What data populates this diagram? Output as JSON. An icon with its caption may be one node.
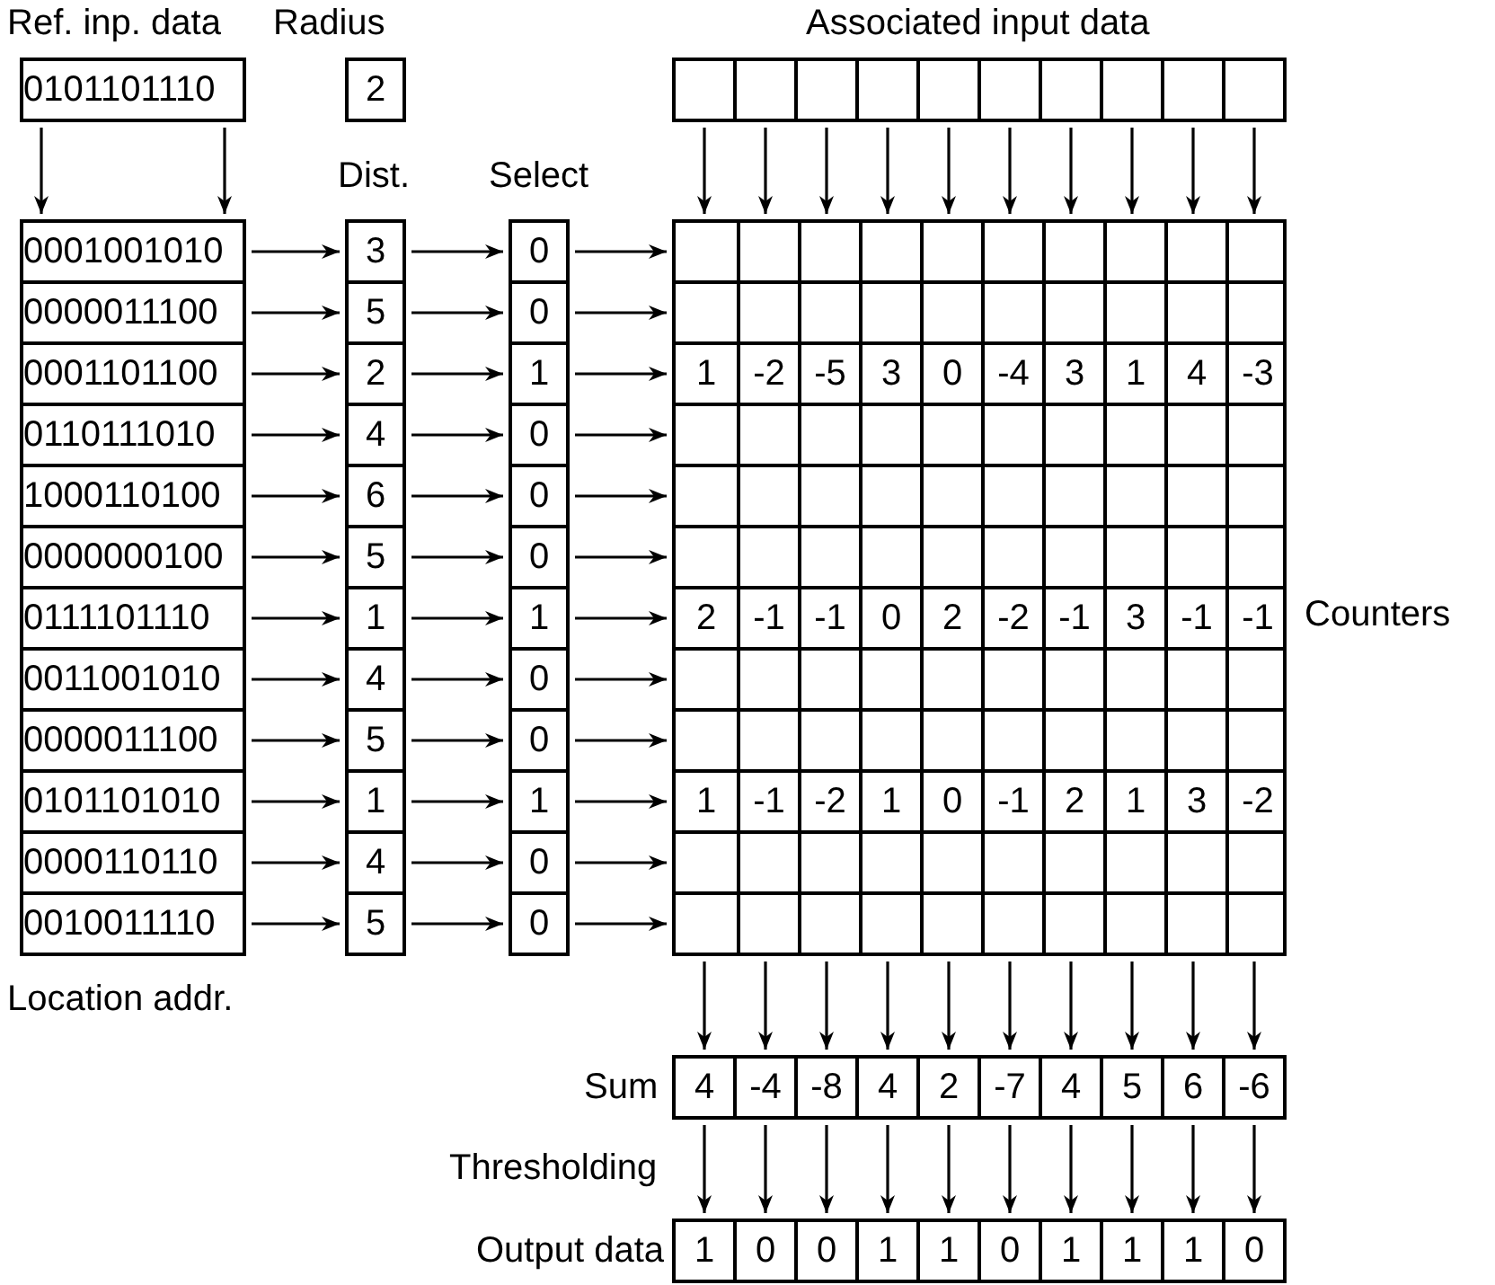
{
  "diagram": {
    "nodes": [
      {
        "text": [
          "0101101110"
        ]
      },
      {
        "text": [
          "2"
        ]
      },
      {
        "text": [],
        "shape": "box"
      },
      {
        "text": [],
        "shape": "box"
      },
      {
        "text": [],
        "shape": "box"
      },
      {
        "text": [],
        "shape": "box"
      },
      {
        "text": [],
        "shape": "box"
      },
      {
        "text": [],
        "shape": "box"
      },
      {
        "text": [],
        "shape": "box"
      },
      {
        "text": [],
        "shape": "box"
      },
      {
        "text": [],
        "shape": "box"
      },
      {
        "text": [],
        "shape": "box"
      },
      {
        "text": [
          "0001001010"
        ]
      },
      {
        "text": [
          "0000011100"
        ]
      },
      {
        "text": [
          "0001101100"
        ]
      },
      {
        "text": [
          "0110111010"
        ]
      },
      {
        "text": [
          "1000110100"
        ]
      },
      {
        "text": [
          "0000000100"
        ]
      },
      {
        "text": [
          "0111101110"
        ]
      },
      {
        "text": [
          "0011001010"
        ]
      },
      {
        "text": [
          "0000011100"
        ]
      },
      {
        "text": [
          "0101101010"
        ]
      },
      {
        "text": [
          "0000110110"
        ]
      },
      {
        "text": [
          "0010011110"
        ]
      },
      {
        "text": [
          "3"
        ]
      },
      {
        "text": [
          "5"
        ]
      },
      {
        "text": [
          "2"
        ]
      },
      {
        "text": [
          "4"
        ]
      },
      {
        "text": [
          "6"
        ]
      },
      {
        "text": [
          "5"
        ]
      },
      {
        "text": [
          "1"
        ]
      },
      {
        "text": [
          "4"
        ]
      },
      {
        "text": [
          "5"
        ]
      },
      {
        "text": [
          "1"
        ]
      },
      {
        "text": [
          "4"
        ]
      },
      {
        "text": [
          "5"
        ]
      },
      {
        "text": [
          "0"
        ]
      },
      {
        "text": [
          "0"
        ]
      },
      {
        "text": [
          "1"
        ]
      },
      {
        "text": [
          "0"
        ]
      },
      {
        "text": [
          "0"
        ]
      },
      {
        "text": [
          "0"
        ]
      },
      {
        "text": [
          "1"
        ]
      },
      {
        "text": [
          "0"
        ]
      },
      {
        "text": [
          "0"
        ]
      },
      {
        "text": [
          "1"
        ]
      },
      {
        "text": [
          "0"
        ]
      },
      {
        "text": [
          "0"
        ]
      },
      {
        "text": [],
        "shape": "box"
      },
      {
        "text": [],
        "shape": "box"
      },
      {
        "text": [
          "1",
          "-2",
          "-5",
          "3",
          "0",
          "-4",
          "3",
          "1",
          "4",
          "-3"
        ]
      },
      {
        "text": [],
        "shape": "box"
      },
      {
        "text": [],
        "shape": "box"
      },
      {
        "text": [],
        "shape": "box"
      },
      {
        "text": [
          "2",
          "-1",
          "-1",
          "0",
          "2",
          "-2",
          "-1",
          "3",
          "-1",
          "-1"
        ]
      },
      {
        "text": [],
        "shape": "box"
      },
      {
        "text": [],
        "shape": "box"
      },
      {
        "text": [
          "1",
          "-1",
          "-2",
          "1",
          "0",
          "-1",
          "2",
          "1",
          "3",
          "-2"
        ]
      },
      {
        "text": [],
        "shape": "box"
      },
      {
        "text": [],
        "shape": "box"
      },
      {
        "text": [
          "4"
        ]
      },
      {
        "text": [
          "-4"
        ]
      },
      {
        "text": [
          "-8"
        ]
      },
      {
        "text": [
          "4"
        ]
      },
      {
        "text": [
          "2"
        ]
      },
      {
        "text": [
          "-7"
        ]
      },
      {
        "text": [
          "4"
        ]
      },
      {
        "text": [
          "5"
        ]
      },
      {
        "text": [
          "6"
        ]
      },
      {
        "text": [
          "-6"
        ]
      },
      {
        "text": [
          "1"
        ]
      },
      {
        "text": [
          "0"
        ]
      },
      {
        "text": [
          "0"
        ]
      },
      {
        "text": [
          "1"
        ]
      },
      {
        "text": [
          "1"
        ]
      },
      {
        "text": [
          "0"
        ]
      },
      {
        "text": [
          "1"
        ]
      },
      {
        "text": [
          "1"
        ]
      },
      {
        "text": [
          "1"
        ]
      },
      {
        "text": [
          "0"
        ]
      }
    ],
    "edges": [
      {
        "from": 0,
        "to": 12,
        "arrow": "to"
      },
      {
        "from": 0,
        "to": 12,
        "arrow": "to"
      },
      {
        "from": 2,
        "to": 48,
        "arrow": "to"
      },
      {
        "from": 3,
        "to": 48,
        "arrow": "to"
      },
      {
        "from": 4,
        "to": 48,
        "arrow": "to"
      },
      {
        "from": 5,
        "to": 48,
        "arrow": "to"
      },
      {
        "from": 6,
        "to": 48,
        "arrow": "to"
      },
      {
        "from": 7,
        "to": 48,
        "arrow": "to"
      },
      {
        "from": 8,
        "to": 48,
        "arrow": "to"
      },
      {
        "from": 9,
        "to": 48,
        "arrow": "to"
      },
      {
        "from": 10,
        "to": 48,
        "arrow": "to"
      },
      {
        "from": 11,
        "to": 48,
        "arrow": "to"
      },
      {
        "from": 12,
        "to": 24,
        "arrow": "to"
      },
      {
        "from": 24,
        "to": 36,
        "arrow": "to"
      },
      {
        "from": 36,
        "to": 48,
        "arrow": "to"
      },
      {
        "from": 13,
        "to": 25,
        "arrow": "to"
      },
      {
        "from": 25,
        "to": 37,
        "arrow": "to"
      },
      {
        "from": 37,
        "to": 49,
        "arrow": "to"
      },
      {
        "from": 14,
        "to": 26,
        "arrow": "to"
      },
      {
        "from": 26,
        "to": 38,
        "arrow": "to"
      },
      {
        "from": 38,
        "to": 50,
        "arrow": "to"
      },
      {
        "from": 15,
        "to": 27,
        "arrow": "to"
      },
      {
        "from": 27,
        "to": 39,
        "arrow": "to"
      },
      {
        "from": 39,
        "to": 51,
        "arrow": "to"
      },
      {
        "from": 16,
        "to": 28,
        "arrow": "to"
      },
      {
        "from": 28,
        "to": 40,
        "arrow": "to"
      },
      {
        "from": 40,
        "to": 52,
        "arrow": "to"
      },
      {
        "from": 17,
        "to": 29,
        "arrow": "to"
      },
      {
        "from": 29,
        "to": 41,
        "arrow": "to"
      },
      {
        "from": 41,
        "to": 53,
        "arrow": "to"
      },
      {
        "from": 18,
        "to": 30,
        "arrow": "to"
      },
      {
        "from": 30,
        "to": 42,
        "arrow": "to"
      },
      {
        "from": 42,
        "to": 54,
        "arrow": "to"
      },
      {
        "from": 19,
        "to": 31,
        "arrow": "to"
      },
      {
        "from": 31,
        "to": 43,
        "arrow": "to"
      },
      {
        "from": 43,
        "to": 55,
        "arrow": "to"
      },
      {
        "from": 20,
        "to": 32,
        "arrow": "to"
      },
      {
        "from": 32,
        "to": 44,
        "arrow": "to"
      },
      {
        "from": 44,
        "to": 56,
        "arrow": "to"
      },
      {
        "from": 21,
        "to": 33,
        "arrow": "to"
      },
      {
        "from": 33,
        "to": 45,
        "arrow": "to"
      },
      {
        "from": 45,
        "to": 57,
        "arrow": "to"
      },
      {
        "from": 22,
        "to": 34,
        "arrow": "to"
      },
      {
        "from": 34,
        "to": 46,
        "arrow": "to"
      },
      {
        "from": 46,
        "to": 58,
        "arrow": "to"
      },
      {
        "from": 23,
        "to": 35,
        "arrow": "to"
      },
      {
        "from": 35,
        "to": 47,
        "arrow": "to"
      },
      {
        "from": 47,
        "to": 59,
        "arrow": "to"
      },
      {
        "from": 59,
        "to": 60,
        "arrow": "to"
      },
      {
        "from": 59,
        "to": 61,
        "arrow": "to"
      },
      {
        "from": 59,
        "to": 62,
        "arrow": "to"
      },
      {
        "from": 59,
        "to": 63,
        "arrow": "to"
      },
      {
        "from": 59,
        "to": 64,
        "arrow": "to"
      },
      {
        "from": 59,
        "to": 65,
        "arrow": "to"
      },
      {
        "from": 59,
        "to": 66,
        "arrow": "to"
      },
      {
        "from": 59,
        "to": 67,
        "arrow": "to"
      },
      {
        "from": 59,
        "to": 68,
        "arrow": "to"
      },
      {
        "from": 59,
        "to": 69,
        "arrow": "to"
      },
      {
        "from": 60,
        "to": 70,
        "arrow": "to"
      },
      {
        "from": 61,
        "to": 71,
        "arrow": "to"
      },
      {
        "from": 62,
        "to": 72,
        "arrow": "to"
      },
      {
        "from": 63,
        "to": 73,
        "arrow": "to"
      },
      {
        "from": 64,
        "to": 74,
        "arrow": "to"
      },
      {
        "from": 65,
        "to": 75,
        "arrow": "to"
      },
      {
        "from": 66,
        "to": 76,
        "arrow": "to"
      },
      {
        "from": 67,
        "to": 77,
        "arrow": "to"
      },
      {
        "from": 68,
        "to": 78,
        "arrow": "to"
      },
      {
        "from": 69,
        "to": 79,
        "arrow": "to"
      }
    ],
    "labels": [
      "Ref. inp. data",
      "Radius",
      "Associated input data",
      "Dist.",
      "Select",
      "Counters",
      "Location addr.",
      "Sum",
      "Thresholding",
      "Output data"
    ]
  }
}
